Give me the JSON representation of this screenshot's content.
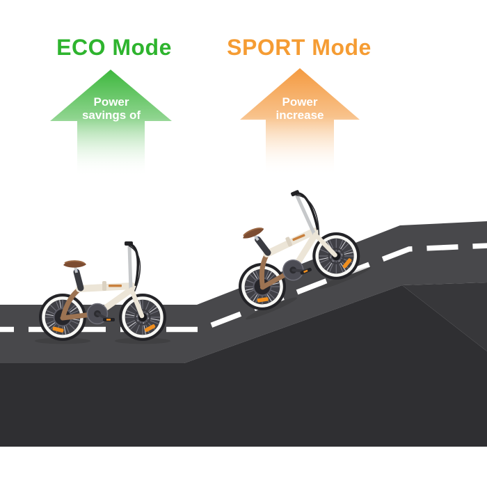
{
  "page": {
    "background_color": "#ffffff"
  },
  "eco_mode": {
    "title": "ECO Mode",
    "title_color": "#2eb42e",
    "arrow_icon": "arrow-up-icon",
    "arrow_gradient_top": "#3eb83e",
    "arrow_gradient_bottom": "#ffffff",
    "arrow_label_line1": "Power",
    "arrow_label_line2": "savings of"
  },
  "sport_mode": {
    "title": "SPORT Mode",
    "title_color": "#f59c33",
    "arrow_icon": "arrow-up-icon",
    "arrow_gradient_top": "#f49a40",
    "arrow_gradient_bottom": "#ffffff",
    "arrow_label_line1": "Power",
    "arrow_label_line2": "increase"
  },
  "scene": {
    "road_surface_color": "#48484b",
    "road_front_color": "#2f2f32",
    "road_side_color": "#37373a",
    "lane_marking_color": "#ffffff",
    "bike_frame_color": "#ece5d7",
    "bike_accent_color": "#9c7352",
    "saddle_color": "#7c4c31",
    "reflector_color": "#f08f1f"
  }
}
